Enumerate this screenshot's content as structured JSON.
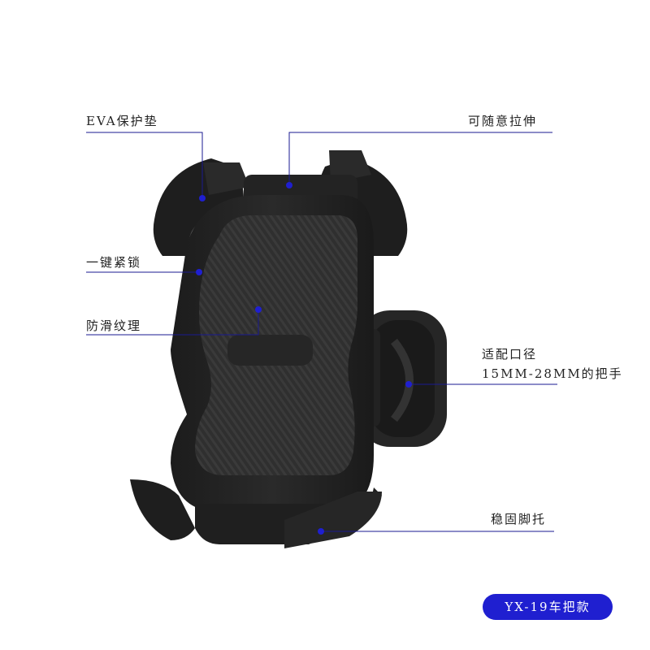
{
  "labels": {
    "eva_pad": "EVA保护垫",
    "stretchable": "可随意拉伸",
    "one_key_lock": "一键紧锁",
    "anti_slip": "防滑纹理",
    "fit_line1": "适配口径",
    "fit_line2": "15MM-28MM的把手",
    "stable_foot": "稳固脚托"
  },
  "badge": {
    "text": "YX-19车把款"
  },
  "colors": {
    "accent": "#1f1fd0",
    "leader_line": "#1a1a90",
    "product_dark": "#2b2b2b",
    "background": "#ffffff"
  }
}
